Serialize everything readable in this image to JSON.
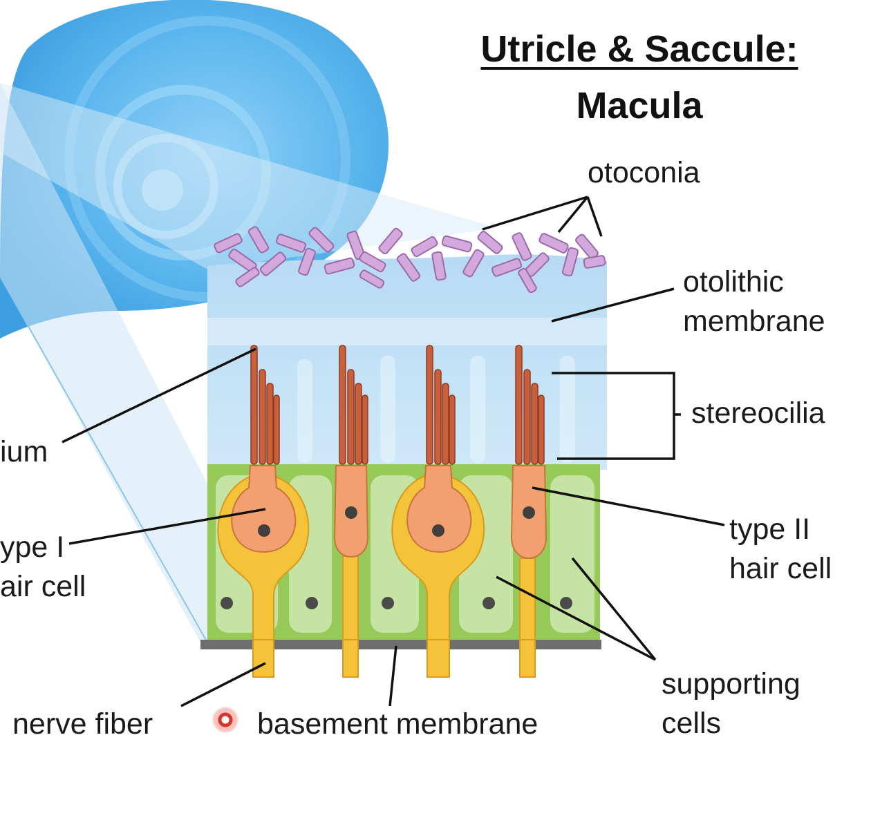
{
  "title": {
    "line1": "Utricle & Saccule:",
    "line2": "Macula"
  },
  "labels": {
    "otoconia": "otoconia",
    "otolithic_membrane": "otolithic\nmembrane",
    "stereocilia": "stereocilia",
    "kinocilium_partial": "ium",
    "type1_hair_cell_partial": "ype I\nair cell",
    "type2_hair_cell": "type II\nhair cell",
    "supporting_cells": "supporting\ncells",
    "nerve_fiber": "nerve fiber",
    "basement_membrane": "basement membrane"
  },
  "colors": {
    "cochlea_blue": "#5fb8ee",
    "otolithic_membrane": "#bfe0f6",
    "otoconia": "#d2a6dc",
    "epithelium_green": "#9ccc5a",
    "supporting_cell": "#c3e2a0",
    "hair_cell": "#f2a06e",
    "nerve_yellow": "#f4c43b",
    "stereocilia": "#c8603c",
    "basement": "#6e6e6e",
    "nucleus": "#4a4a4a"
  },
  "icons": {
    "pointer": "red-pointer-dot-icon"
  }
}
